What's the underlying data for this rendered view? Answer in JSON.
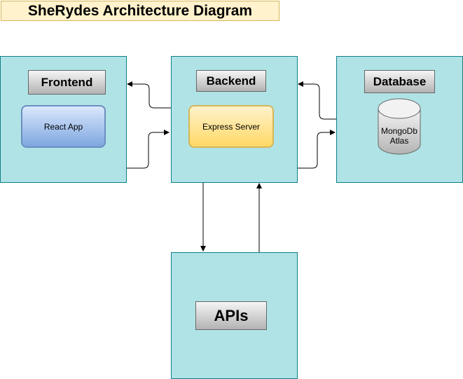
{
  "title": "SheRydes Architecture Diagram",
  "nodes": {
    "frontend": {
      "label": "Frontend",
      "component": "React App"
    },
    "backend": {
      "label": "Backend",
      "component": "Express Server"
    },
    "database": {
      "label": "Database",
      "component_line1": "MongoDb",
      "component_line2": "Atlas"
    },
    "apis": {
      "label": "APIs"
    }
  },
  "colors": {
    "container_fill": "#b0e3e6",
    "container_stroke": "#0e8088",
    "title_fill": "#fff2cc",
    "react_fill": "#7ea6e0",
    "express_fill": "#ffd966",
    "database_fill": "#d4d4d4"
  },
  "edges": [
    {
      "from": "backend",
      "to": "frontend"
    },
    {
      "from": "frontend",
      "to": "backend"
    },
    {
      "from": "database",
      "to": "backend"
    },
    {
      "from": "backend",
      "to": "database"
    },
    {
      "from": "backend",
      "to": "apis"
    },
    {
      "from": "apis",
      "to": "backend"
    }
  ]
}
